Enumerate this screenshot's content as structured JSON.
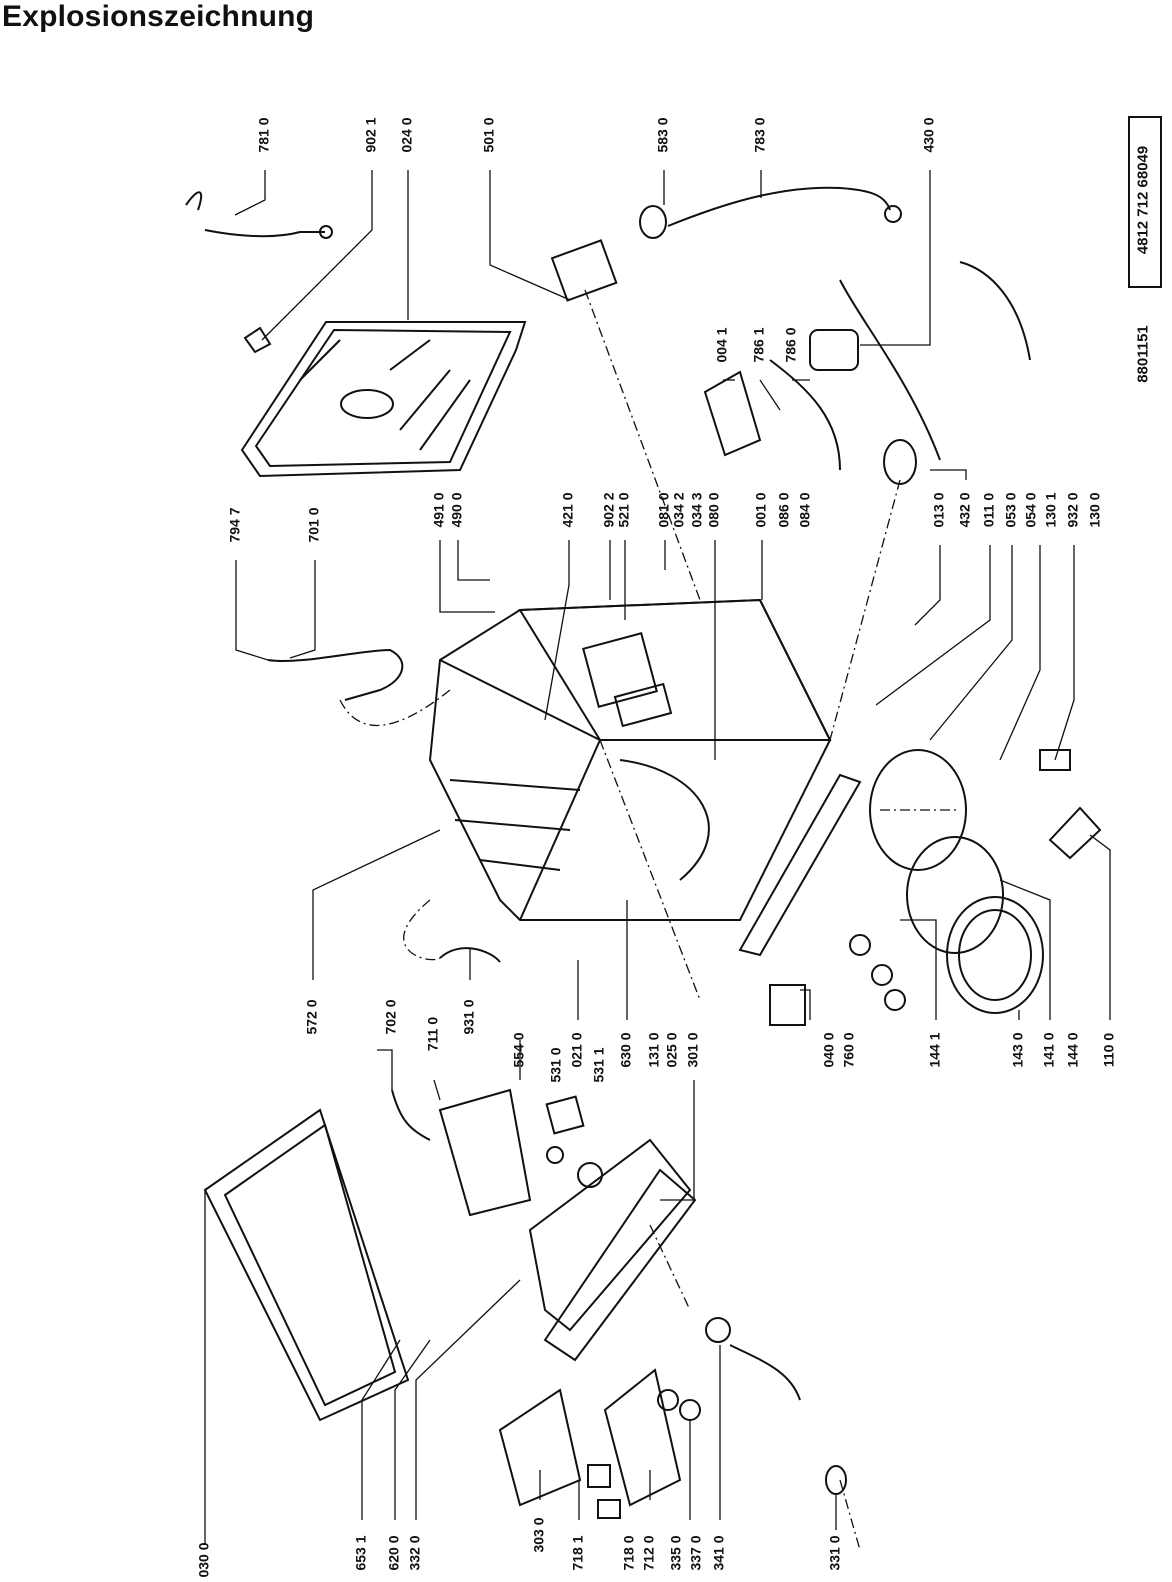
{
  "title": "Explosionszeichnung",
  "doc_number": "4812 712 68049",
  "ref_number": "8801151",
  "labels": [
    {
      "id": "781-0",
      "text": "781 0"
    },
    {
      "id": "902-1",
      "text": "902 1"
    },
    {
      "id": "024-0",
      "text": "024 0"
    },
    {
      "id": "501-0",
      "text": "501 0"
    },
    {
      "id": "583-0",
      "text": "583 0"
    },
    {
      "id": "783-0",
      "text": "783 0"
    },
    {
      "id": "430-0",
      "text": "430 0"
    },
    {
      "id": "004-1",
      "text": "004 1"
    },
    {
      "id": "786-1",
      "text": "786 1"
    },
    {
      "id": "786-0",
      "text": "786 0"
    },
    {
      "id": "794-7",
      "text": "794 7"
    },
    {
      "id": "701-0",
      "text": "701 0"
    },
    {
      "id": "491-0",
      "text": "491 0"
    },
    {
      "id": "490-0",
      "text": "490 0"
    },
    {
      "id": "421-0",
      "text": "421 0"
    },
    {
      "id": "902-2",
      "text": "902 2"
    },
    {
      "id": "521-0",
      "text": "521 0"
    },
    {
      "id": "081-0",
      "text": "081 0"
    },
    {
      "id": "034-2",
      "text": "034 2"
    },
    {
      "id": "034-3",
      "text": "034 3"
    },
    {
      "id": "080-0",
      "text": "080 0"
    },
    {
      "id": "001-0",
      "text": "001 0"
    },
    {
      "id": "086-0",
      "text": "086 0"
    },
    {
      "id": "084-0",
      "text": "084 0"
    },
    {
      "id": "013-0",
      "text": "013 0"
    },
    {
      "id": "432-0",
      "text": "432 0"
    },
    {
      "id": "011-0",
      "text": "011 0"
    },
    {
      "id": "053-0",
      "text": "053 0"
    },
    {
      "id": "054-0",
      "text": "054 0"
    },
    {
      "id": "130-1",
      "text": "130 1"
    },
    {
      "id": "932-0",
      "text": "932 0"
    },
    {
      "id": "130-0",
      "text": "130 0"
    },
    {
      "id": "572-0",
      "text": "572 0"
    },
    {
      "id": "702-0",
      "text": "702 0"
    },
    {
      "id": "711-0",
      "text": "711 0"
    },
    {
      "id": "931-0",
      "text": "931 0"
    },
    {
      "id": "554-0",
      "text": "554 0"
    },
    {
      "id": "531-0",
      "text": "531 0"
    },
    {
      "id": "021-0",
      "text": "021 0"
    },
    {
      "id": "531-1",
      "text": "531 1"
    },
    {
      "id": "630-0",
      "text": "630 0"
    },
    {
      "id": "131-0",
      "text": "131 0"
    },
    {
      "id": "025-0",
      "text": "025 0"
    },
    {
      "id": "301-0",
      "text": "301 0"
    },
    {
      "id": "040-0",
      "text": "040 0"
    },
    {
      "id": "760-0",
      "text": "760 0"
    },
    {
      "id": "144-1",
      "text": "144 1"
    },
    {
      "id": "143-0",
      "text": "143 0"
    },
    {
      "id": "141-0",
      "text": "141 0"
    },
    {
      "id": "144-0",
      "text": "144 0"
    },
    {
      "id": "110-0",
      "text": "110 0"
    },
    {
      "id": "030-0",
      "text": "030 0"
    },
    {
      "id": "653-1",
      "text": "653 1"
    },
    {
      "id": "620-0",
      "text": "620 0"
    },
    {
      "id": "332-0",
      "text": "332 0"
    },
    {
      "id": "303-0",
      "text": "303 0"
    },
    {
      "id": "718-1",
      "text": "718 1"
    },
    {
      "id": "718-0",
      "text": "718 0"
    },
    {
      "id": "712-0",
      "text": "712 0"
    },
    {
      "id": "335-0",
      "text": "335 0"
    },
    {
      "id": "337-0",
      "text": "337 0"
    },
    {
      "id": "341-0",
      "text": "341 0"
    },
    {
      "id": "331-0",
      "text": "331 0"
    }
  ]
}
